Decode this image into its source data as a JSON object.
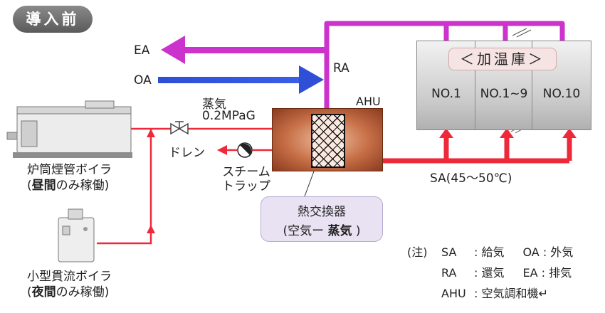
{
  "title": "導入前",
  "flows": {
    "ea": "EA",
    "oa": "OA",
    "ra": "RA",
    "steam": "蒸気",
    "pressure": "0.2MPaG",
    "drain": "ドレン",
    "sa": "SA(45〜50℃)"
  },
  "ahu": {
    "label": "AHU"
  },
  "heat_exchanger": {
    "line1": "熱交換器",
    "line2_prefix": "(空気ー ",
    "line2_bold": "蒸気",
    "line2_suffix": " )"
  },
  "steam_trap": {
    "line1": "スチーム",
    "line2": "トラップ"
  },
  "warming_rooms": {
    "title": "＜加温庫＞",
    "rooms": [
      "NO.1",
      "NO.1~9",
      "NO.10"
    ]
  },
  "boilers": [
    {
      "name": "炉筒煙管ボイラ",
      "open": "(",
      "bold": "昼間",
      "rest": "のみ稼働)"
    },
    {
      "name": "小型貫流ボイラ",
      "open": "(",
      "bold": "夜間",
      "rest": "のみ稼働)"
    }
  ],
  "notes": {
    "prefix": "(注)",
    "rows": [
      {
        "k1": "SA",
        "v1": "給気",
        "k2": "OA",
        "v2": "外気"
      },
      {
        "k1": "RA",
        "v1": "還気",
        "k2": "EA",
        "v2": "排気"
      },
      {
        "k1": "AHU",
        "v1": "空気調和機↵"
      }
    ]
  },
  "colors": {
    "magenta": "#cc33cc",
    "blue": "#2e4fd6",
    "red": "#ee2a3a",
    "ahu": "#c56d45"
  }
}
